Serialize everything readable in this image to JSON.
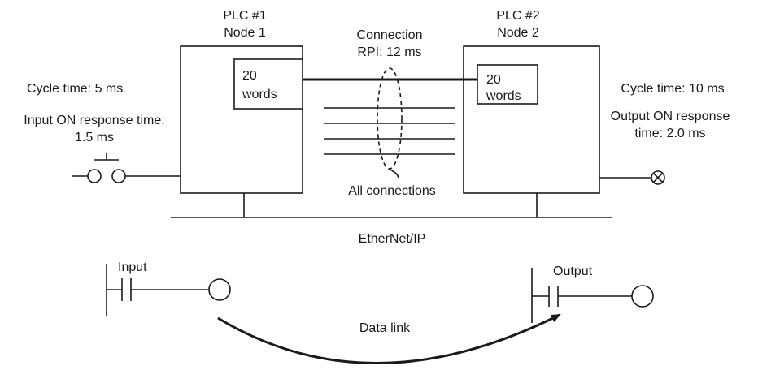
{
  "plc1": {
    "title": "PLC #1",
    "node": "Node 1",
    "words_num": "20",
    "words_unit": "words"
  },
  "plc2": {
    "title": "PLC #2",
    "node": "Node 2",
    "words_num": "20",
    "words_unit": "words"
  },
  "connection": {
    "line1": "Connection",
    "line2": "RPI: 12 ms"
  },
  "all_connections": "All connections",
  "left_notes": {
    "cycle": "Cycle time: 5 ms",
    "resp1": "Input ON response time:",
    "resp2": "1.5 ms"
  },
  "right_notes": {
    "cycle": "Cycle time: 10 ms",
    "resp1": "Output ON response",
    "resp2": "time: 2.0 ms"
  },
  "network": "EtherNet/IP",
  "ladder": {
    "input": "Input",
    "output": "Output",
    "data_link": "Data link"
  }
}
